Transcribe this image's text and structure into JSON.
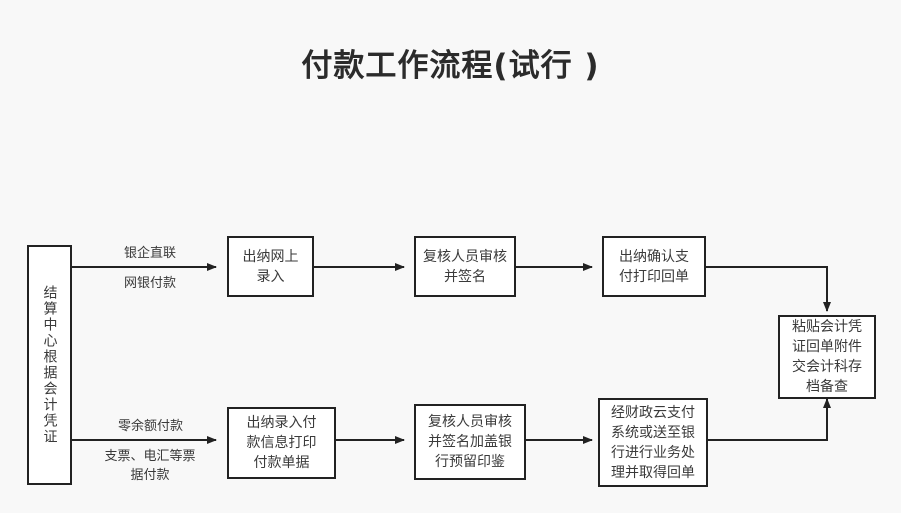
{
  "page": {
    "title": "付款工作流程(试行 )",
    "background_color": "#f8f8f8",
    "line_color": "#222222",
    "node_fill": "#ffffff",
    "text_color": "#3a3a3a"
  },
  "chart_data": {
    "type": "diagram",
    "title": "付款工作流程(试行 )",
    "nodes": [
      {
        "id": "start",
        "label": "结算中心根据会计凭证",
        "orientation": "vertical"
      },
      {
        "id": "top1",
        "label": "出纳网上\n录入"
      },
      {
        "id": "top2",
        "label": "复核人员审核\n并签名"
      },
      {
        "id": "top3",
        "label": "出纳确认支\n付打印回单"
      },
      {
        "id": "end",
        "label": "粘贴会计凭\n证回单附件\n交会计科存\n档备查"
      },
      {
        "id": "bot1",
        "label": "出纳录入付\n款信息打印\n付款单据"
      },
      {
        "id": "bot2",
        "label": "复核人员审核\n并签名加盖银\n行预留印鉴"
      },
      {
        "id": "bot3",
        "label": "经财政云支付\n系统或送至银\n行进行业务处\n理并取得回单"
      }
    ],
    "edges": [
      {
        "from": "start",
        "to": "top1",
        "label_above": "银企直联",
        "label_below": "网银付款"
      },
      {
        "from": "top1",
        "to": "top2",
        "label_above": "",
        "label_below": ""
      },
      {
        "from": "top2",
        "to": "top3",
        "label_above": "",
        "label_below": ""
      },
      {
        "from": "top3",
        "to": "end",
        "label_above": "",
        "label_below": ""
      },
      {
        "from": "start",
        "to": "bot1",
        "label_above": "零余额付款",
        "label_below": "支票、电汇等票\n据付款"
      },
      {
        "from": "bot1",
        "to": "bot2",
        "label_above": "",
        "label_below": ""
      },
      {
        "from": "bot2",
        "to": "bot3",
        "label_above": "",
        "label_below": ""
      },
      {
        "from": "bot3",
        "to": "end",
        "label_above": "",
        "label_below": ""
      }
    ]
  },
  "nodes": {
    "start": {
      "label": "结算中心根据会计凭证"
    },
    "top1": {
      "label": "出纳网上\n录入"
    },
    "top2": {
      "label": "复核人员审核\n并签名"
    },
    "top3": {
      "label": "出纳确认支\n付打印回单"
    },
    "end": {
      "label": "粘贴会计凭\n证回单附件\n交会计科存\n档备查"
    },
    "bot1": {
      "label": "出纳录入付\n款信息打印\n付款单据"
    },
    "bot2": {
      "label": "复核人员审核\n并签名加盖银\n行预留印鉴"
    },
    "bot3": {
      "label": "经财政云支付\n系统或送至银\n行进行业务处\n理并取得回单"
    }
  },
  "labels": {
    "top_above": "银企直联",
    "top_below": "网银付款",
    "bottom_above": "零余额付款",
    "bottom_below": "支票、电汇等票\n据付款"
  }
}
